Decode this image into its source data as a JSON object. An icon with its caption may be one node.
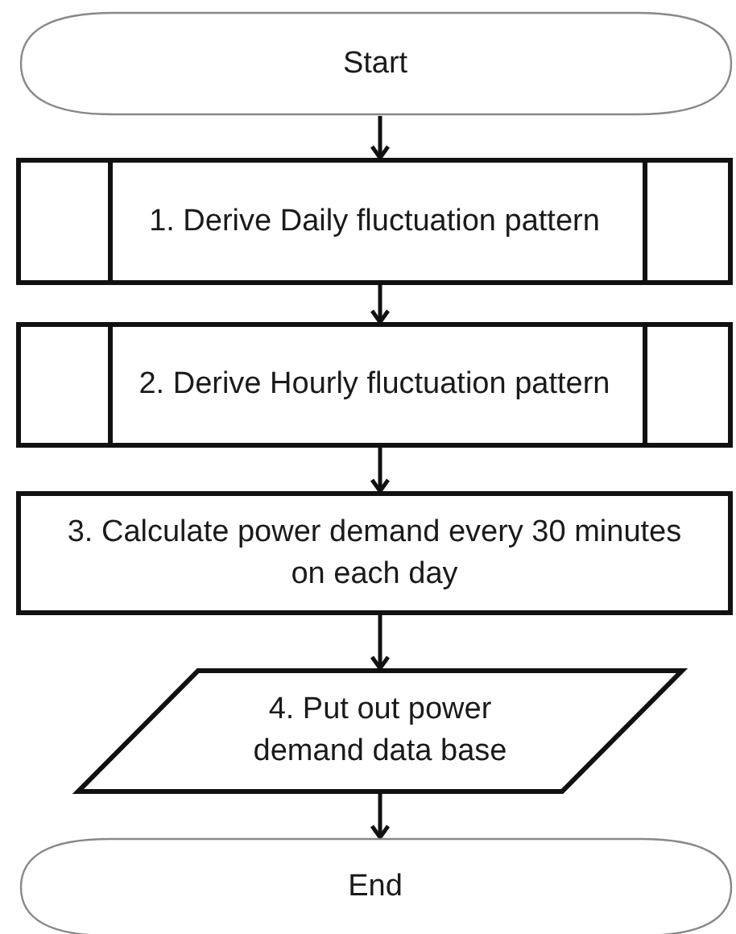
{
  "diagram": {
    "nodes": [
      {
        "text": [
          "Start"
        ]
      },
      {
        "text": [
          "1. Derive Daily fluctuation pattern"
        ]
      },
      {
        "text": [
          "2. Derive Hourly fluctuation pattern"
        ]
      },
      {
        "text": [
          "3. Calculate power demand every 30 minutes on each day"
        ]
      },
      {
        "text": [
          "4. Put out power demand data base"
        ]
      },
      {
        "text": [
          "End"
        ]
      }
    ],
    "edges": [
      {
        "from": 0,
        "to": 1,
        "arrow": "to"
      },
      {
        "from": 1,
        "to": 2,
        "arrow": "to"
      },
      {
        "from": 2,
        "to": 3,
        "arrow": "to"
      },
      {
        "from": 3,
        "to": 4,
        "arrow": "to"
      },
      {
        "from": 4,
        "to": 5,
        "arrow": "to"
      }
    ]
  }
}
